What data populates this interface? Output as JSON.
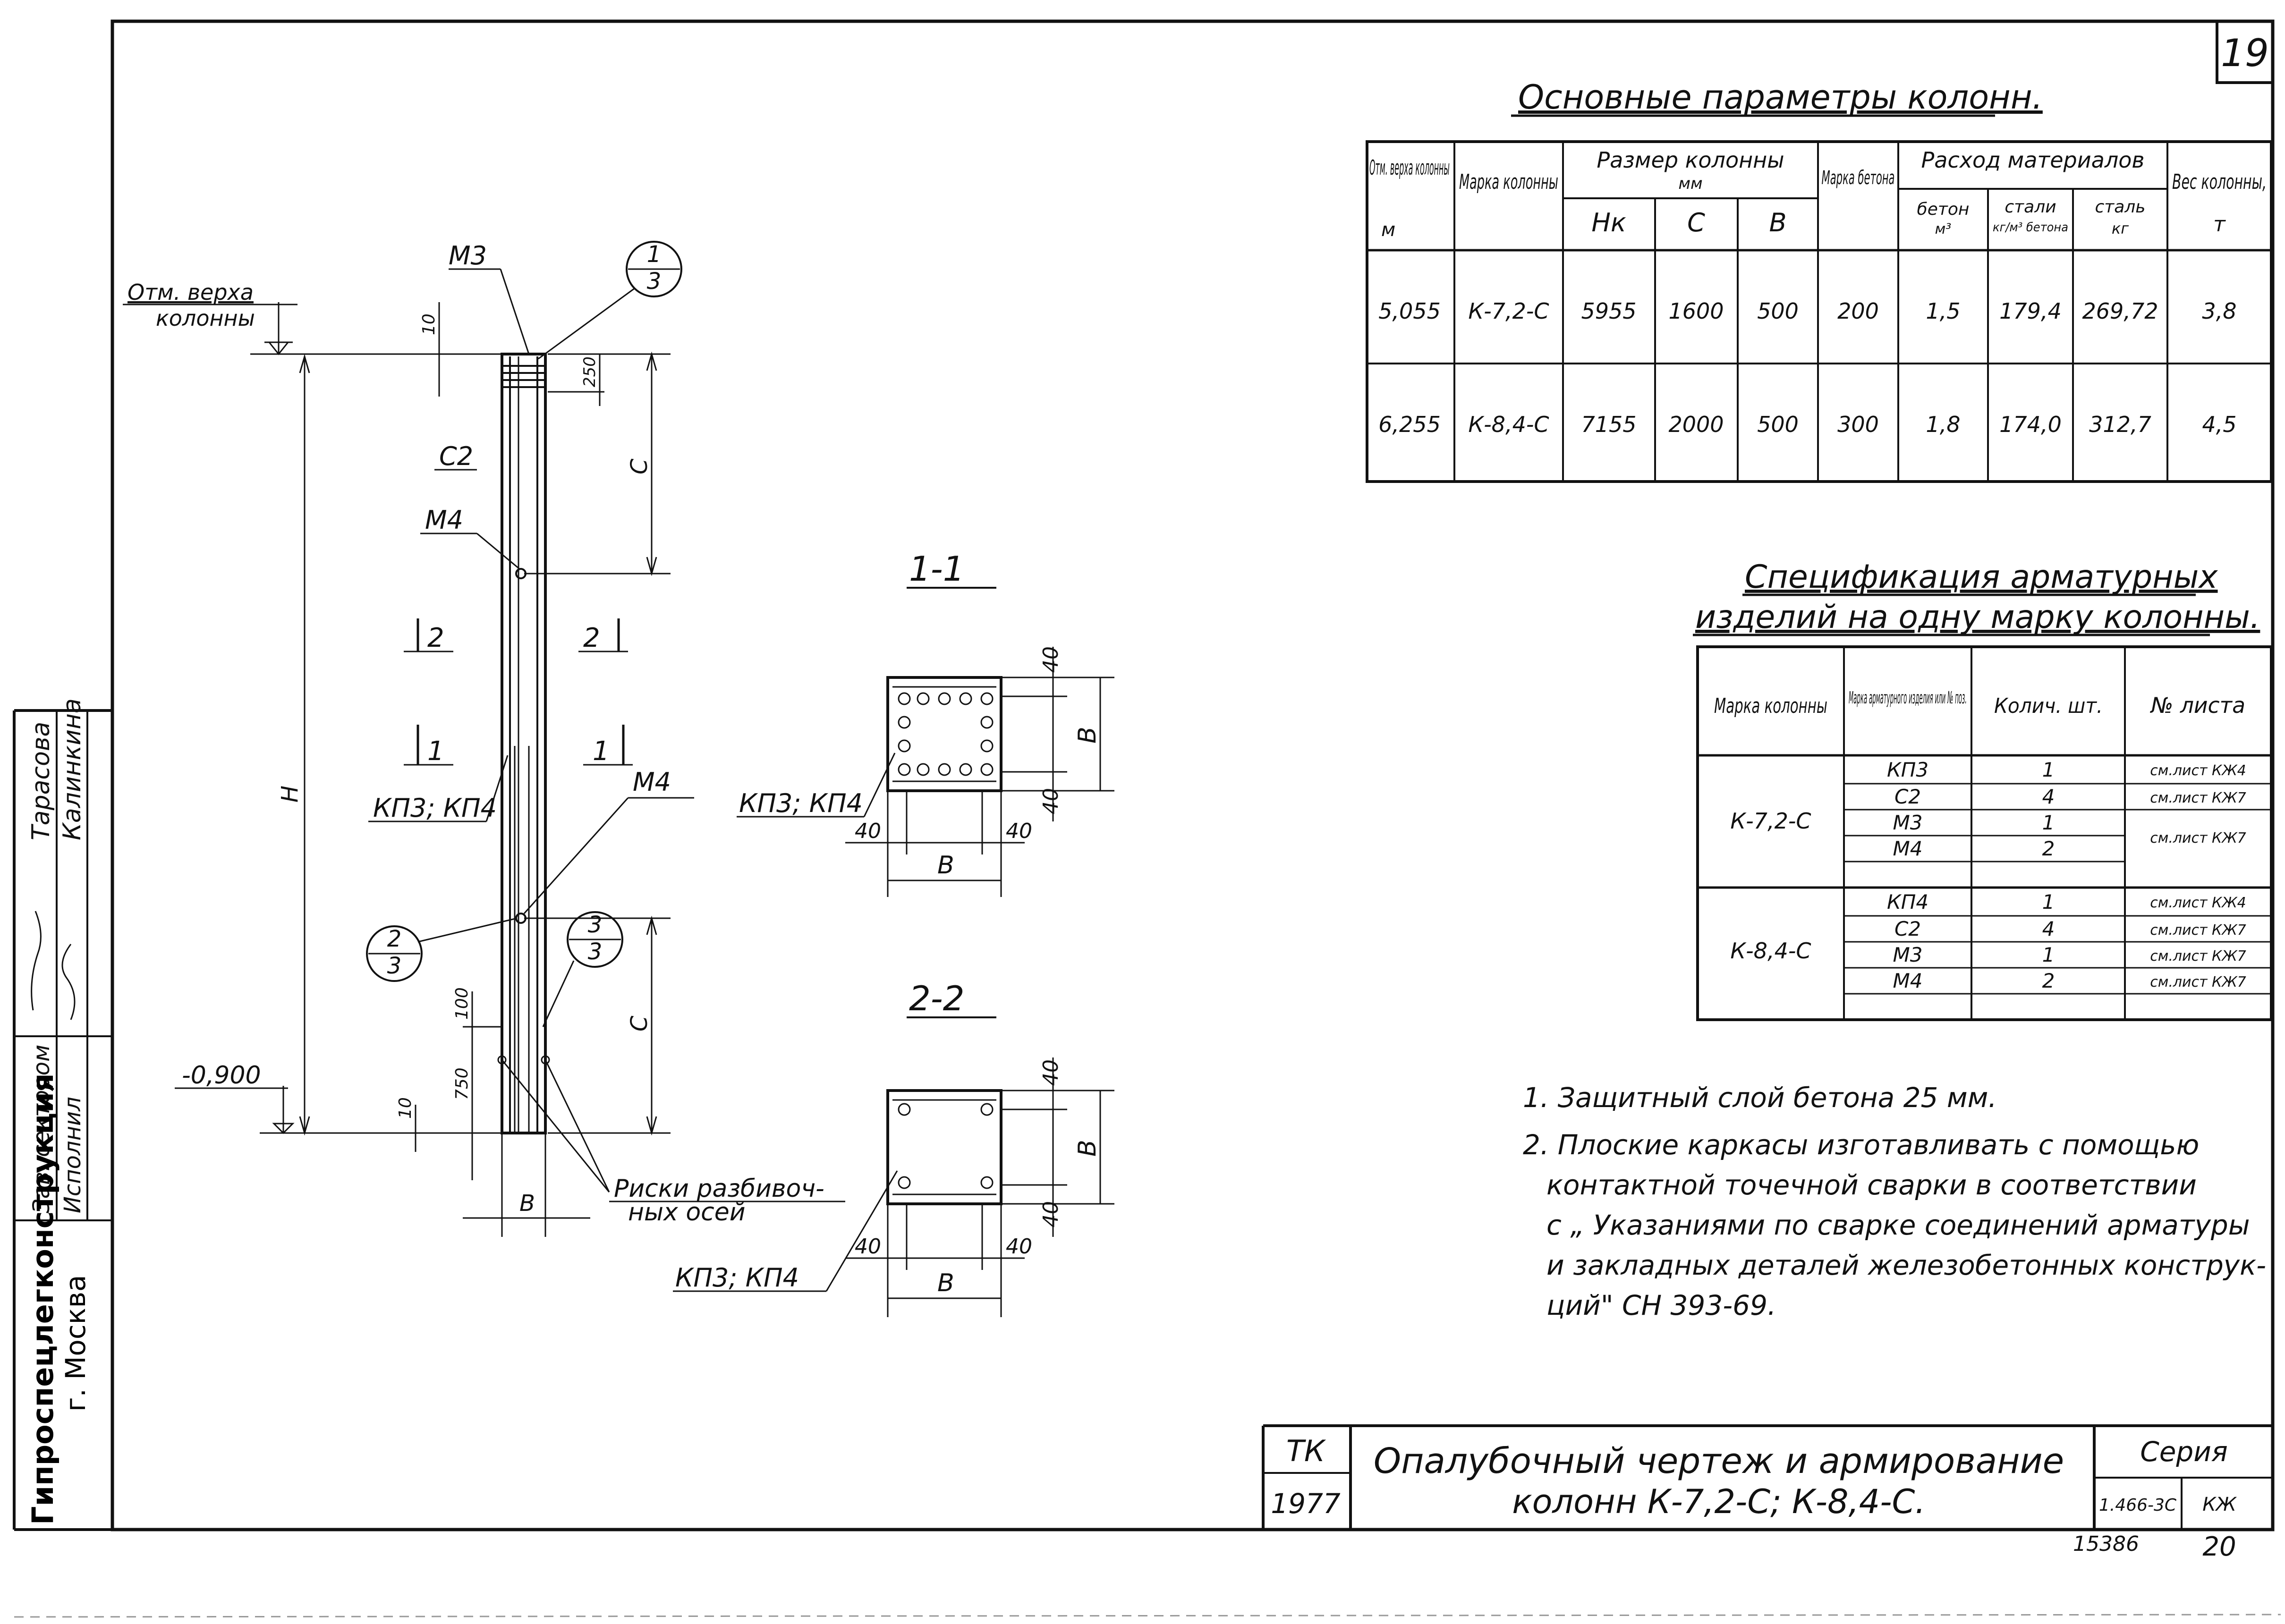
{
  "sheet_number": "19",
  "params_title": "Основные параметры колонн.",
  "params_table": {
    "head_top": "Отм. верха колонны",
    "head_unit_m": "м",
    "head_mark": "Марка колонны",
    "head_size": "Размер колонны",
    "head_size_unit": "мм",
    "head_hk": "Нк",
    "head_c": "С",
    "head_b": "В",
    "head_concrete": "Марка бетона",
    "head_material": "Расход материалов",
    "head_beton": "бетон",
    "head_beton_unit": "м³",
    "head_steel_per": "стали",
    "head_steel_per_unit": "кг/м³ бетона",
    "head_steel": "сталь",
    "head_steel_unit": "кг",
    "head_weight": "Вес колонны,",
    "head_weight_unit": "т",
    "rows": [
      {
        "elev": "5,055",
        "mark": "К-7,2-С",
        "hk": "5955",
        "c": "1600",
        "b": "500",
        "grade": "200",
        "beton": "1,5",
        "steel_per": "179,4",
        "steel": "269,72",
        "weight": "3,8"
      },
      {
        "elev": "6,255",
        "mark": "К-8,4-С",
        "hk": "7155",
        "c": "2000",
        "b": "500",
        "grade": "300",
        "beton": "1,8",
        "steel_per": "174,0",
        "steel": "312,7",
        "weight": "4,5"
      }
    ]
  },
  "spec_title_1": "Спецификация арматурных",
  "spec_title_2": "изделий на одну марку колонны.",
  "spec_table": {
    "head_mark": "Марка колонны",
    "head_item": "Марка арматурного изделия или № поз.",
    "head_qty": "Колич. шт.",
    "head_sheet": "№ листа",
    "groups": [
      {
        "mark": "К-7,2-С",
        "rows": [
          {
            "item": "КП3",
            "qty": "1",
            "sheet": "см.лист КЖ4"
          },
          {
            "item": "С2",
            "qty": "4",
            "sheet": "см.лист КЖ7"
          },
          {
            "item": "М3",
            "qty": "1",
            "sheet": "см.лист КЖ7"
          },
          {
            "item": "М4",
            "qty": "2",
            "sheet": ""
          }
        ]
      },
      {
        "mark": "К-8,4-С",
        "rows": [
          {
            "item": "КП4",
            "qty": "1",
            "sheet": "см.лист КЖ4"
          },
          {
            "item": "С2",
            "qty": "4",
            "sheet": "см.лист КЖ7"
          },
          {
            "item": "М3",
            "qty": "1",
            "sheet": "см.лист КЖ7"
          },
          {
            "item": "М4",
            "qty": "2",
            "sheet": "см.лист КЖ7"
          }
        ]
      }
    ]
  },
  "notes": [
    "1. Защитный слой бетона 25 мм.",
    "2. Плоские каркасы изготавливать с помощью",
    "контактной точечной сварки в соответствии",
    "с „ Указаниями по сварке соединений арматуры",
    "и закладных деталей железобетонных конструк-",
    "ций\" СН 393-69."
  ],
  "drawing": {
    "top_elev_label_1": "Отм. верха",
    "top_elev_label_2": "колонны",
    "bottom_elev": "-0,900",
    "m3": "М3",
    "c2": "С2",
    "m4": "М4",
    "m4_b": "М4",
    "kp": "КП3; КП4",
    "dim_10": "10",
    "dim_250": "250",
    "dim_100": "100",
    "dim_750": "750",
    "dim_c": "С",
    "dim_h": "Н",
    "dim_b": "В",
    "cut2": "2",
    "cut1": "1",
    "callout_top": "1",
    "callout_den": "3",
    "callout_2": "2",
    "callout_3": "3",
    "risks_1": "Риски разбивоч-",
    "risks_2": "ных осей",
    "sec1_title": "1-1",
    "sec2_title": "2-2",
    "dim_40": "40"
  },
  "side_stamp": {
    "org": "Гипроспецлегконструкция",
    "city": "г. Москва",
    "role_1": "Зав. сектором",
    "role_2": "Исполнил",
    "name_1": "Тарасова",
    "name_2": "Калинкина"
  },
  "title_block": {
    "tk": "ТК",
    "year": "1977",
    "title_1": "Опалубочный чертеж и армирование",
    "title_2": "колонн К-7,2-С; К-8,4-С.",
    "series_label": "Серия",
    "series": "1.466-3С",
    "sheet_code": "КЖ",
    "sheet_no": "20",
    "inv": "15386"
  }
}
